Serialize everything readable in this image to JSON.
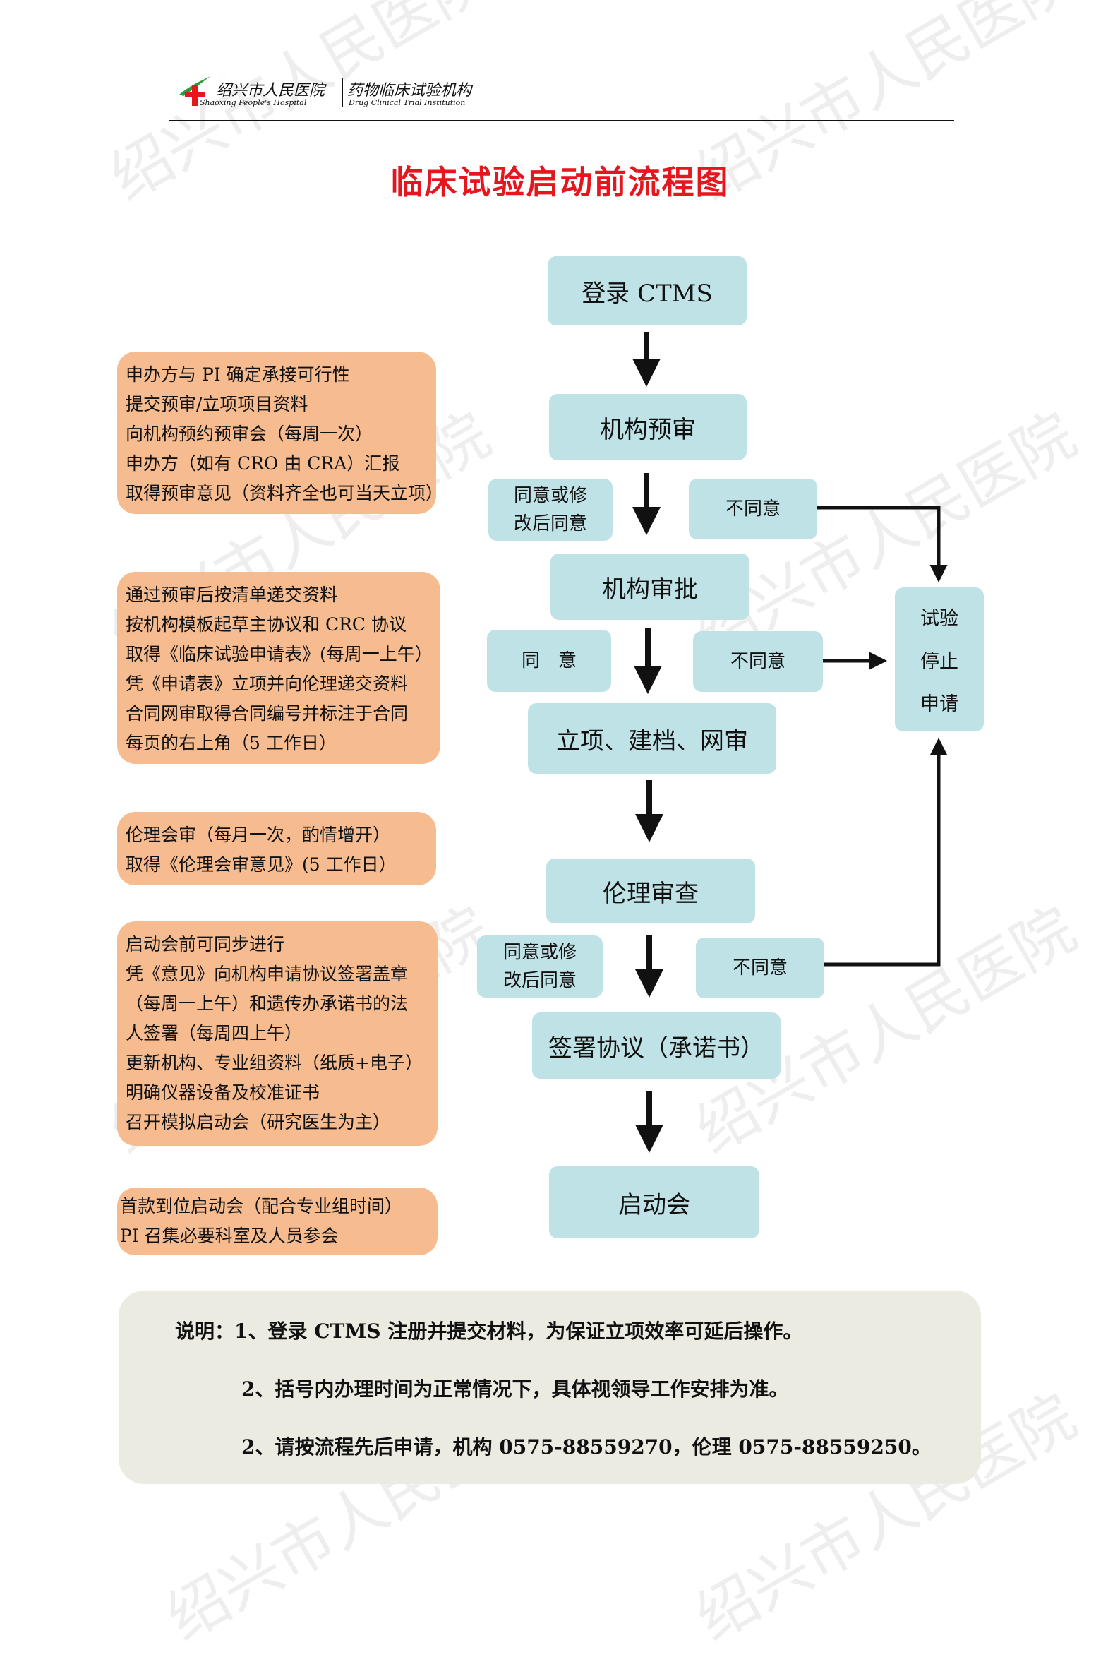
{
  "header": {
    "hospital_cn": "绍兴市人民医院",
    "hospital_en": "Shaoxing People's Hospital",
    "institution_cn": "药物临床试验机构",
    "institution_en": "Drug Clinical Trial Institution"
  },
  "watermark": "绍兴市人民医院",
  "title": "临床试验启动前流程图",
  "steps": [
    "登录 CTMS",
    "机构预审",
    "机构审批",
    "立项、建档、网审",
    "伦理审查",
    "签署协议（承诺书）",
    "启动会"
  ],
  "conditions": {
    "agree_or_modify": "同意或修\n改后同意",
    "agree": "同　意",
    "disagree": "不同意"
  },
  "stop_request": [
    "试验",
    "停止",
    "申请"
  ],
  "notes": [
    [
      "申办方与 PI 确定承接可行性",
      "提交预审/立项项目资料",
      "向机构预约预审会（每周一次）",
      "申办方（如有 CRO 由 CRA）汇报",
      "取得预审意见（资料齐全也可当天立项）"
    ],
    [
      "通过预审后按清单递交资料",
      "按机构模板起草主协议和 CRC 协议",
      "取得《临床试验申请表》(每周一上午）",
      "凭《申请表》立项并向伦理递交资料",
      "合同网审取得合同编号并标注于合同",
      "每页的右上角（5 工作日）"
    ],
    [
      "伦理会审（每月一次，酌情增开）",
      "取得《伦理会审意见》(5 工作日）"
    ],
    [
      "启动会前可同步进行",
      "凭《意见》向机构申请协议签署盖章",
      "（每周一上午）和遗传办承诺书的法",
      "人签署（每周四上午）",
      "更新机构、专业组资料（纸质+电子）",
      "明确仪器设备及校准证书",
      "召开模拟启动会（研究医生为主）"
    ],
    [
      " 首款到位启动会（配合专业组时间）",
      "PI 召集必要科室及人员参会"
    ]
  ],
  "footer": [
    "说明：1、登录 CTMS 注册并提交材料，为保证立项效率可延后操作。",
    "2、括号内办理时间为正常情况下，具体视领导工作安排为准。",
    "2、请按流程先后申请，机构 0575-88559270，伦理 0575-88559250。"
  ]
}
